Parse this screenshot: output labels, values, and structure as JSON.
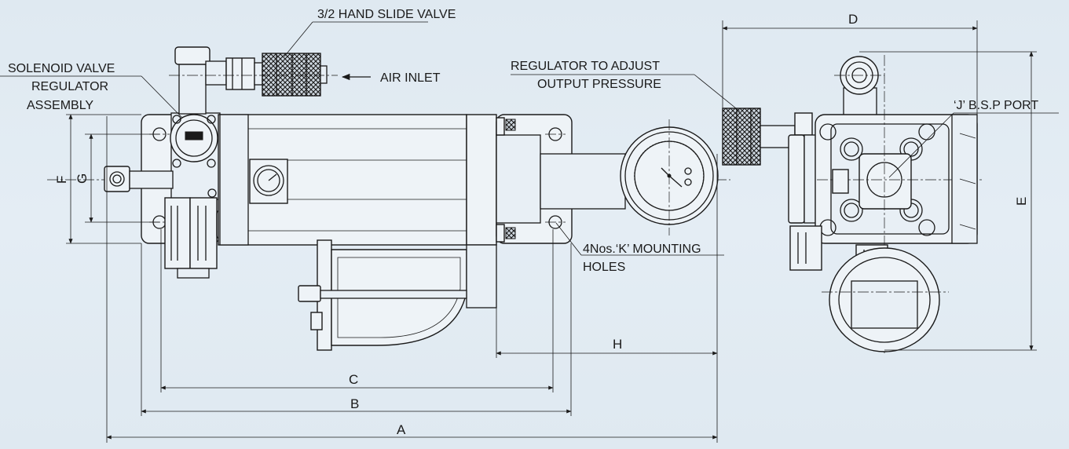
{
  "labels": {
    "hand_slide_valve": "3/2 HAND SLIDE VALVE",
    "solenoid_line1": "SOLENOID VALVE",
    "solenoid_line2": "REGULATOR",
    "solenoid_line3": "ASSEMBLY",
    "air_inlet": "AIR INLET",
    "regulator_line1": "REGULATOR TO ADJUST",
    "regulator_line2": "OUTPUT PRESSURE",
    "bsp_port": "‘J’ B.S.P PORT",
    "mounting_line1": "4Nos.‘K’ MOUNTING",
    "mounting_line2": "HOLES"
  },
  "dimensions": {
    "a": "A",
    "b": "B",
    "c": "C",
    "d": "D",
    "e": "E",
    "f": "F",
    "g": "G",
    "h": "H"
  },
  "colors": {
    "background": "#e1eaf2",
    "line": "#1a1a1a"
  }
}
